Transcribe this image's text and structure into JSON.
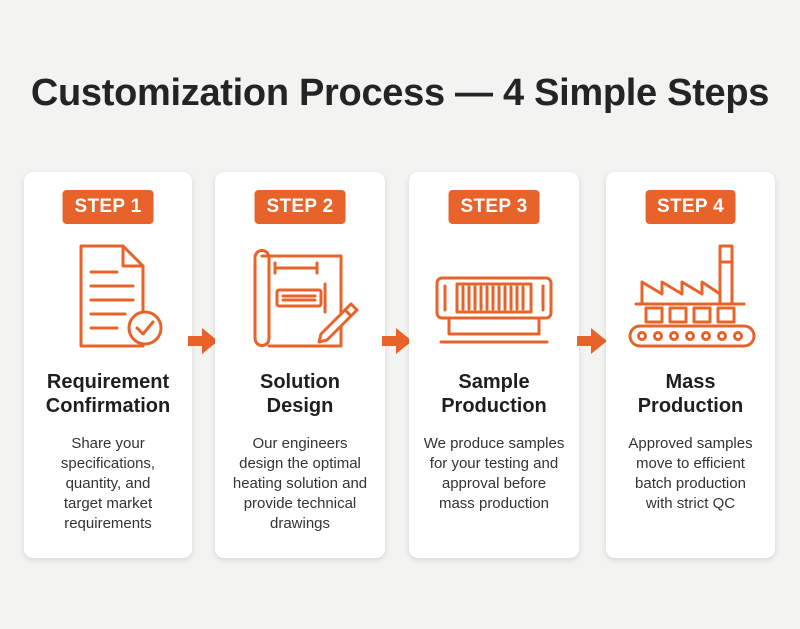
{
  "title": "Customization Process — 4 Simple Steps",
  "accent_color": "#e8632a",
  "steps": [
    {
      "badge": "STEP 1",
      "icon": "document-check-icon",
      "title_line1": "Requirement",
      "title_line2": "Confirmation",
      "desc_lines": [
        "Share your",
        "specifications,",
        "quantity, and",
        "target market",
        "requirements"
      ]
    },
    {
      "badge": "STEP 2",
      "icon": "blueprint-pencil-icon",
      "title_line1": "Solution",
      "title_line2": "Design",
      "desc_lines": [
        "Our engineers",
        "design the optimal",
        "heating solution and",
        "provide technical",
        "drawings"
      ]
    },
    {
      "badge": "STEP 3",
      "icon": "heater-icon",
      "title_line1": "Sample",
      "title_line2": "Production",
      "desc_lines": [
        "We produce samples",
        "for your testing and",
        "approval before",
        "mass production"
      ]
    },
    {
      "badge": "STEP 4",
      "icon": "factory-conveyor-icon",
      "title_line1": "Mass",
      "title_line2": "Production",
      "desc_lines": [
        "Approved samples",
        "move to efficient",
        "batch production",
        "with strict QC"
      ]
    }
  ]
}
